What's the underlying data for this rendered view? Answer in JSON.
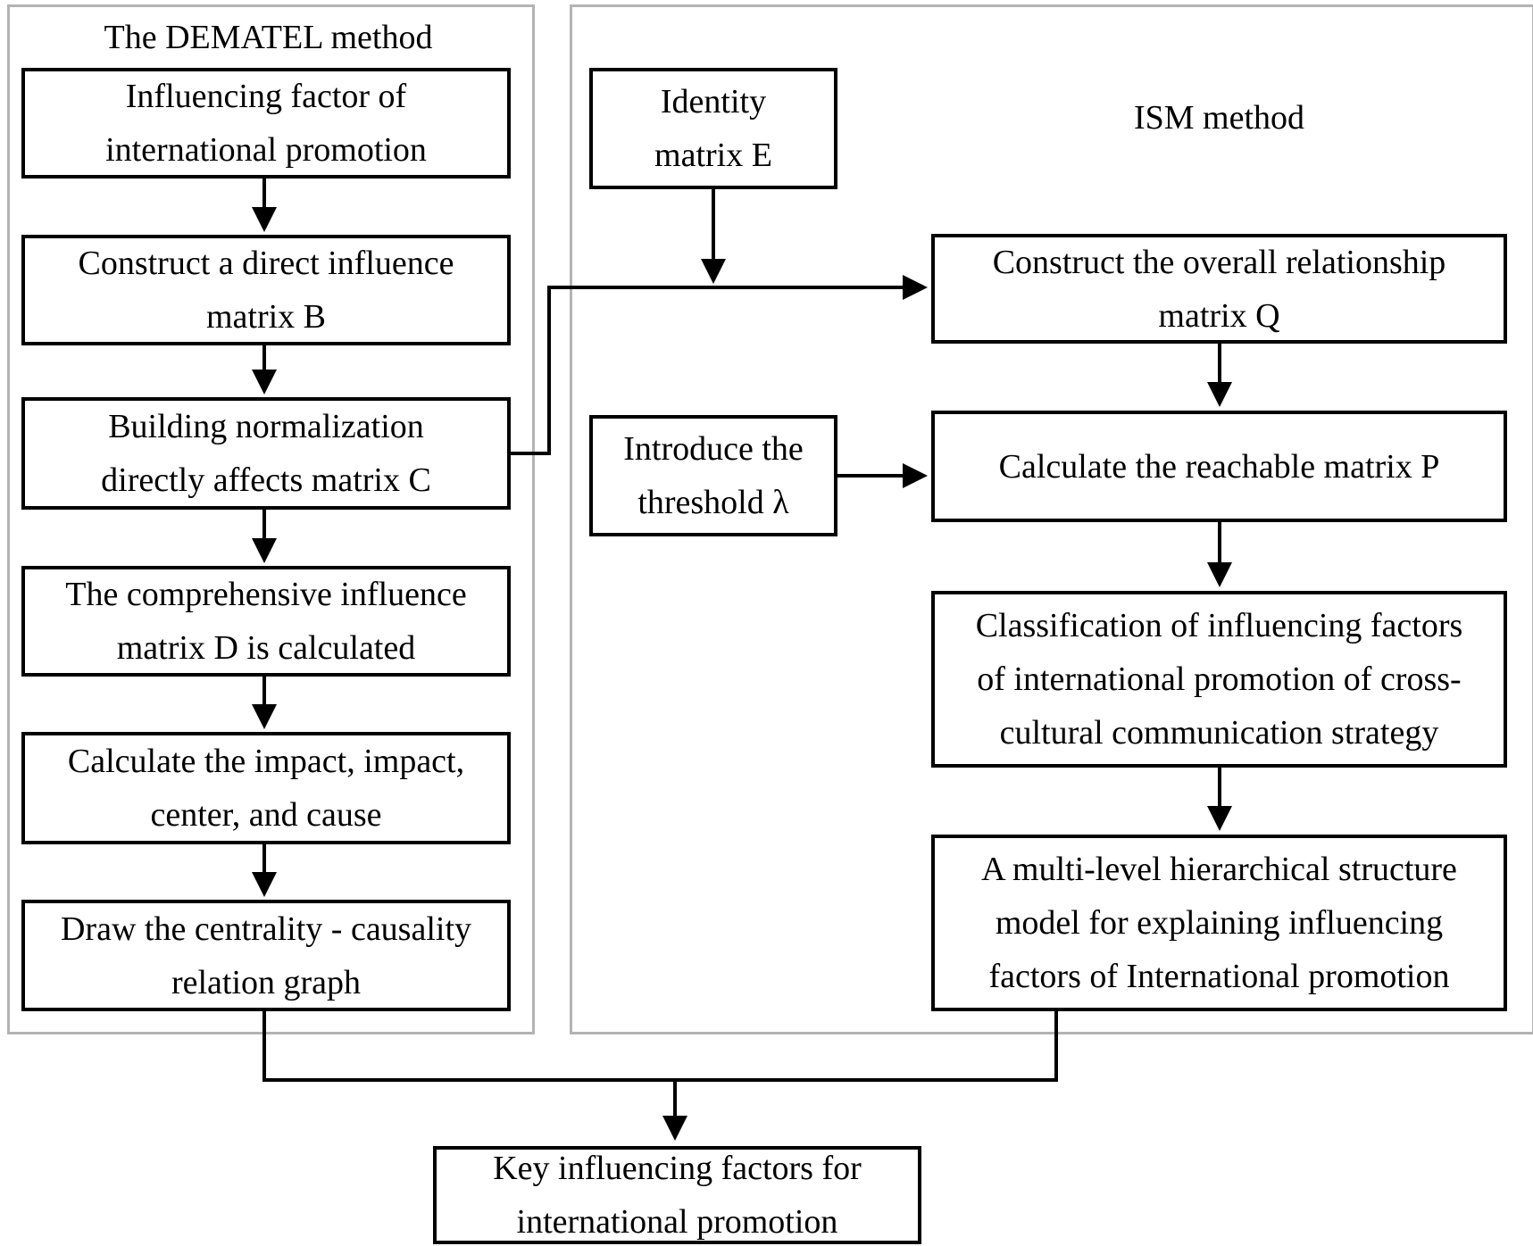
{
  "dematel": {
    "title": "The DEMATEL method",
    "steps": [
      "Influencing factor of\ninternational promotion",
      "Construct a direct influence\nmatrix B",
      "Building normalization\ndirectly affects matrix C",
      "The comprehensive influence\nmatrix D is calculated",
      "Calculate the impact, impact,\ncenter, and cause",
      "Draw the centrality - causality\nrelation graph"
    ]
  },
  "inputs": {
    "identity_matrix": "Identity\nmatrix E",
    "threshold": "Introduce the\nthreshold λ"
  },
  "ism": {
    "title": "ISM method",
    "steps": [
      "Construct the overall relationship\nmatrix Q",
      "Calculate the reachable matrix P",
      "Classification of influencing factors\nof international promotion of cross-\ncultural communication strategy",
      "A multi-level hierarchical structure\nmodel for explaining influencing\nfactors of International promotion"
    ]
  },
  "output": {
    "label": "Key influencing factors for\ninternational promotion"
  },
  "colors": {
    "box_border": "#000000",
    "container_border": "#b3b3b3",
    "background": "#ffffff",
    "text": "#000000"
  }
}
